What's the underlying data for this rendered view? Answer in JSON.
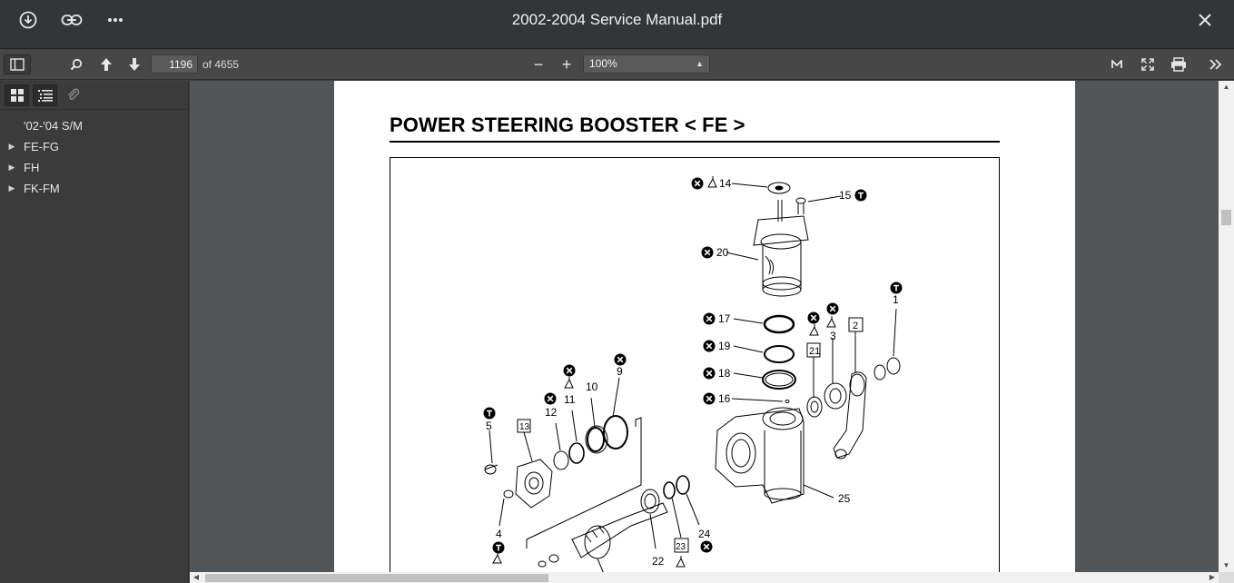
{
  "window": {
    "title": "2002-2004 Service Manual.pdf",
    "icons": [
      "download-icon",
      "link-icon",
      "more-icon",
      "close-icon"
    ]
  },
  "toolbar": {
    "page_number": "1196",
    "page_count": "of 4655",
    "zoom_value": "100%",
    "zoom_out": "−",
    "zoom_in": "+"
  },
  "sidebar": {
    "outline": [
      {
        "label": "'02-'04 S/M",
        "has_children": false
      },
      {
        "label": "FE-FG",
        "has_children": true
      },
      {
        "label": "FH",
        "has_children": true
      },
      {
        "label": "FK-FM",
        "has_children": true
      }
    ]
  },
  "document": {
    "heading": "POWER STEERING BOOSTER < FE >",
    "callouts": {
      "c14": "14",
      "c15": "15",
      "c20": "20",
      "c1": "1",
      "c17": "17",
      "c3": "3",
      "c2": "2",
      "c21": "21",
      "c19": "19",
      "c9": "9",
      "c18": "18",
      "c11": "11",
      "c10": "10",
      "c16": "16",
      "c12": "12",
      "c5": "5",
      "c13": "13",
      "c25": "25",
      "c4": "4",
      "c24": "24",
      "c22": "22",
      "c23": "23"
    }
  }
}
